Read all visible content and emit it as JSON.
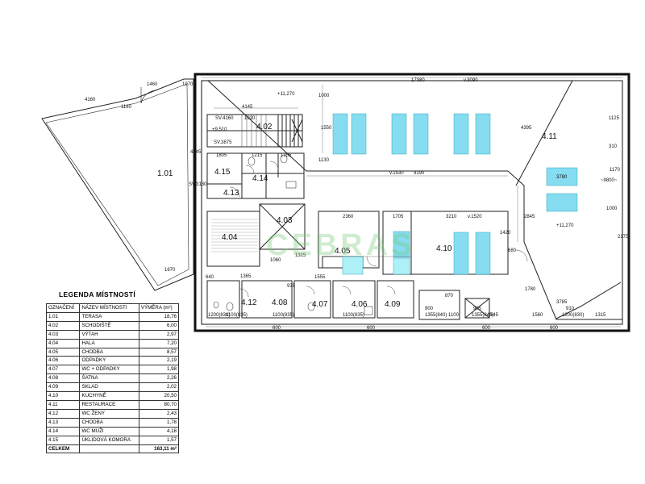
{
  "legend": {
    "title": "LEGENDA  MÍSTNOSTÍ",
    "headers": [
      "OZNAČENÍ",
      "NÁZEV MÍSTNOSTI",
      "VÝMĚRA (m²)"
    ],
    "rows": [
      [
        "1.01",
        "TERASA",
        "18,76"
      ],
      [
        "4.02",
        "SCHODIŠTĚ",
        "6,00"
      ],
      [
        "4.03",
        "VÝTAH",
        "2,97"
      ],
      [
        "4.04",
        "HALA",
        "7,20"
      ],
      [
        "4.05",
        "CHODBA",
        "8,57"
      ],
      [
        "4.06",
        "ODPADKY",
        "2,19"
      ],
      [
        "4.07",
        "WC + ODPADKY",
        "1,98"
      ],
      [
        "4.08",
        "ŠATNA",
        "2,26"
      ],
      [
        "4.09",
        "SKLAD",
        "2,02"
      ],
      [
        "4.10",
        "KUCHYNĚ",
        "20,50"
      ],
      [
        "4.11",
        "RESTAURACE",
        "80,70"
      ],
      [
        "4.12",
        "WC ŽENY",
        "2,43"
      ],
      [
        "4.13",
        "CHODBA",
        "1,78"
      ],
      [
        "4.14",
        "WC MUŽI",
        "4,18"
      ],
      [
        "4.15",
        "ÚKLIDOVÁ KOMORA",
        "1,57"
      ]
    ],
    "total": [
      "CELKEM",
      "",
      "163,11 m²"
    ]
  },
  "watermark": "CEBRAS",
  "rooms": {
    "r101": "1.01",
    "r402": "4.02",
    "r403": "4.03",
    "r404": "4.04",
    "r405": "4.05",
    "r406": "4.06",
    "r407": "4.07",
    "r408": "4.08",
    "r409": "4.09",
    "r410": "4.10",
    "r411": "4.11",
    "r412": "4.12",
    "r413": "4.13",
    "r414": "4.14",
    "r415": "4.15"
  },
  "dims": {
    "d4160": "4160",
    "d1460": "1460",
    "d1970a": "1970",
    "d1160": "1160",
    "d1670": "1670",
    "d17380": "17380",
    "dv3090": "v.3090",
    "d11270a": "+11,270",
    "d4145": "4145",
    "dsv4160": "SV.4160",
    "d1920": "1920",
    "d9510": "+9.510",
    "dsv3875": "SV.3875",
    "d1000a": "1000",
    "d1550": "1550",
    "d1130": "1130",
    "dv1530": "v.1530",
    "d9190": "9190",
    "d4395": "4395",
    "d1805": "1805",
    "d1215": "1215",
    "d1355": "1355",
    "d2360": "2360",
    "d1705": "1705",
    "d3210": "3210",
    "dv1520": "v.1520",
    "d2845": "2845",
    "d3780": "3780",
    "d11270b": "+11,270",
    "d1420": "1420",
    "d680": "680",
    "d1060": "1060",
    "d1315": "1315",
    "d1555": "1555",
    "d1365": "1365",
    "d935": "935",
    "d870": "870",
    "d1780": "1780",
    "d900": "900",
    "d1100": "1100",
    "d905": "905",
    "d545": "545",
    "d1560": "1560",
    "d3785": "3785",
    "d910": "910",
    "d1315b": "1315",
    "d1200a": "1200(830)",
    "d1100a": "1100(835)",
    "d1100b": "1100(835)",
    "d1100c": "1100(835)",
    "d1355b": "1355(840)",
    "d1355c": "1355(840)",
    "d1200b": "1200(830)",
    "d600a": "600",
    "d600b": "600",
    "d600c": "600",
    "d640": "640",
    "d600d": "600",
    "d2175": "2175",
    "d4245": "4245",
    "d3180": "SV.3130",
    "d9800": "~9800~",
    "d1000b": "1000",
    "d1170": "1170",
    "d310": "310",
    "d1125": "1125"
  }
}
